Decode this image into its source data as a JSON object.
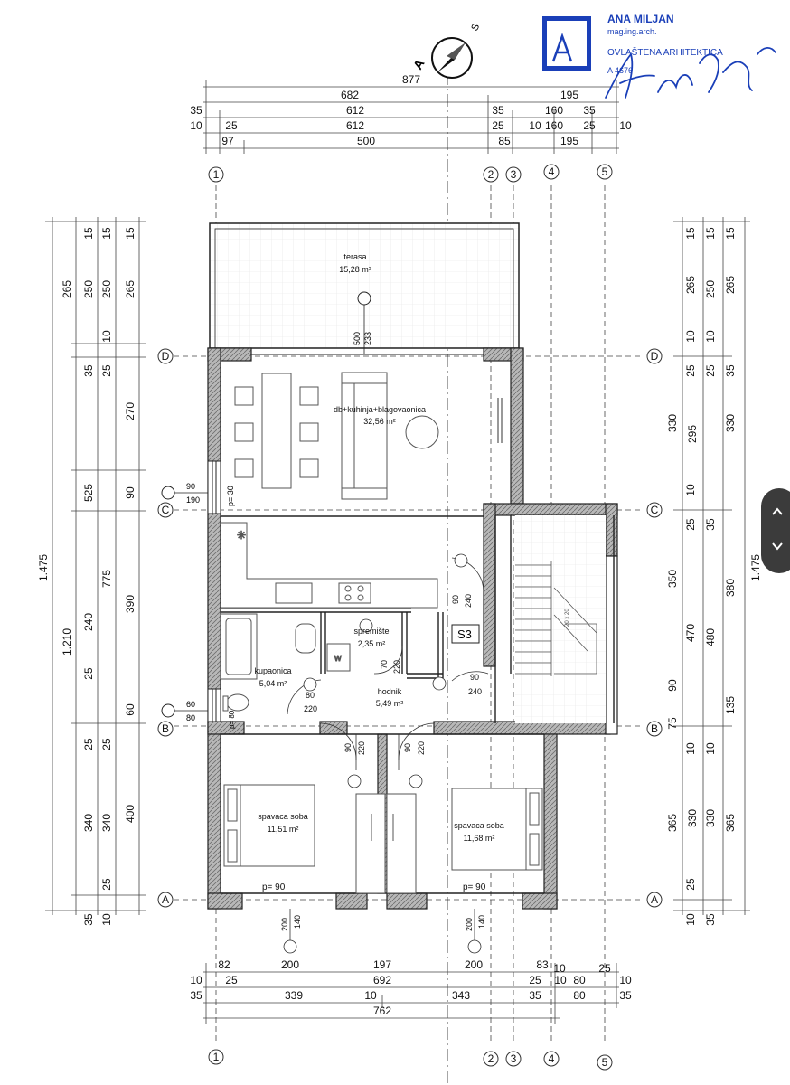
{
  "stamp": {
    "name": "ANA MILJAN",
    "title": "mag.ing.arch.",
    "certification": "OVLAŠTENA ARHITEKTICA",
    "number": "A 4676",
    "signature": "Ana Miljan"
  },
  "north_arrow": {
    "label_a": "A",
    "label_s": "S"
  },
  "grid_labels": {
    "axis_1": "1",
    "axis_2": "2",
    "axis_3": "3",
    "axis_4": "4",
    "axis_5": "5",
    "axis_a": "A",
    "axis_b": "B",
    "axis_c": "C",
    "axis_d": "D"
  },
  "dimensions": {
    "top": {
      "row1": "877",
      "row2": [
        "682",
        "195"
      ],
      "row3": [
        "35",
        "612",
        "35",
        "160",
        "35"
      ],
      "row4": [
        "10",
        "25",
        "612",
        "25",
        "10",
        "160",
        "25",
        "10"
      ],
      "row5": [
        "97",
        "500",
        "85",
        "195"
      ]
    },
    "bottom": {
      "row1": [
        "82",
        "200",
        "197",
        "200",
        "83",
        "10",
        "25"
      ],
      "row2": [
        "10",
        "25",
        "692",
        "25",
        "10",
        "80",
        "10"
      ],
      "row3": [
        "35",
        "339",
        "10",
        "343",
        "35",
        "80",
        "35"
      ],
      "row4": "762"
    },
    "left": {
      "total": "1.475",
      "outer2": "1.210",
      "col_a": [
        "15",
        "265",
        "35",
        "525",
        "25",
        "35"
      ],
      "col_b": [
        "15",
        "250",
        "10",
        "25",
        "775",
        "10",
        "240",
        "25",
        "340",
        "25",
        "10"
      ],
      "col_c": [
        "15",
        "250",
        "10",
        "25",
        "270",
        "90",
        "390",
        "60",
        "25",
        "400",
        "25",
        "10"
      ],
      "col_d": [
        "265",
        "270",
        "90",
        "390",
        "60",
        "400"
      ]
    },
    "right": {
      "total": "1.475",
      "col_a": [
        "15",
        "265",
        "10",
        "25",
        "330",
        "10",
        "25",
        "350",
        "470",
        "90",
        "75",
        "10",
        "365",
        "25",
        "10"
      ],
      "col_b": [
        "15",
        "250",
        "10",
        "25",
        "295",
        "35",
        "380",
        "480",
        "135",
        "10",
        "330",
        "25",
        "35"
      ],
      "col_c": [
        "15",
        "265",
        "35",
        "330",
        "35",
        "380",
        "135",
        "365",
        "35"
      ]
    }
  },
  "rooms": {
    "terasa": {
      "name": "terasa",
      "area": "15,28 m²"
    },
    "living": {
      "name": "db+kuhinja+blagovaonica",
      "area": "32,56 m²"
    },
    "spremiste": {
      "name": "spremište",
      "area": "2,35 m²"
    },
    "kupaonica": {
      "name": "kupaonica",
      "area": "5,04 m²"
    },
    "hodnik": {
      "name": "hodnik",
      "area": "5,49 m²"
    },
    "soba1": {
      "name": "spavaca soba",
      "area": "11,51 m²"
    },
    "soba2": {
      "name": "spavaca soba",
      "area": "11,68 m²"
    }
  },
  "openings": {
    "terrace_door": [
      "500",
      "233"
    ],
    "window_c": [
      "90",
      "190"
    ],
    "window_c_p": "p= 30",
    "kitchen_door": [
      "90",
      "240"
    ],
    "spremiste_door": [
      "70",
      "220"
    ],
    "bath_door": [
      "80",
      "220"
    ],
    "bath_window": [
      "60",
      "80"
    ],
    "bath_p": "p= 80",
    "hall_stairs_door": [
      "90",
      "240"
    ],
    "room1_door": [
      "90",
      "220"
    ],
    "room2_door": [
      "90",
      "220"
    ],
    "window_a1_p": "p= 90",
    "window_a2_p": "p= 90",
    "window_a1": [
      "200",
      "140"
    ],
    "window_a2": [
      "200",
      "140"
    ]
  },
  "labels": {
    "s3": "S3",
    "wc": "W",
    "stair_text": "20 x 20"
  },
  "colors": {
    "wall_fill": "#9a9a9a",
    "line": "#222222",
    "stamp_blue": "#1a3fb8"
  }
}
